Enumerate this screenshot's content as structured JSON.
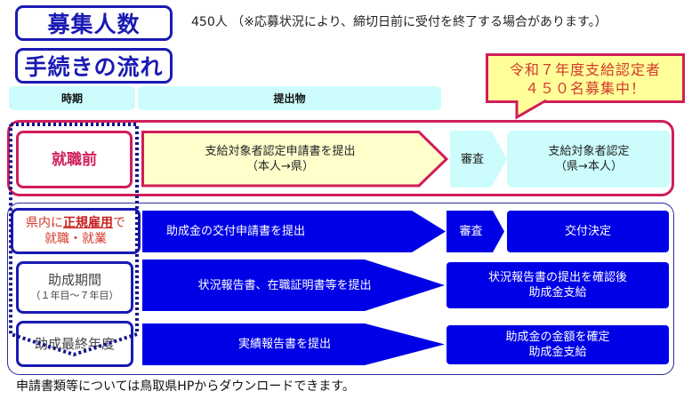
{
  "header": {
    "recruitment_title": "募集人数",
    "recruitment_notice": "450人 （※応募状況により、締切日前に受付を終了する場合があります。）",
    "flow_title": "手続きの流れ"
  },
  "callout": {
    "line1": "令和７年度支給認定者",
    "line2": "４５０名募集中！"
  },
  "columns": {
    "period": "時期",
    "submission": "提出物"
  },
  "rows": [
    {
      "period": "就職前",
      "submission_line1": "支給対象者認定申請書を提出",
      "submission_line2": "（本人→県）",
      "review": "審査",
      "result_line1": "支給対象者認定",
      "result_line2": "（県→本人）"
    },
    {
      "period_pre": "県内に",
      "period_emph": "正規雇用",
      "period_post": "で",
      "period_line2": "就職・就業",
      "submission_line1": "助成金の交付申請書を提出",
      "review": "審査",
      "result_line1": "交付決定"
    },
    {
      "period": "助成期間",
      "period_sub": "（１年目～７年目）",
      "submission_line1": "状況報告書、在職証明書等を提出",
      "result_line1": "状況報告書の提出を確認後",
      "result_line2": "助成金支給"
    },
    {
      "period": "助成最終年度",
      "submission_line1": "実績報告書を提出",
      "result_line1": "助成金の金額を確定",
      "result_line2": "助成金支給"
    }
  ],
  "footer": {
    "note": "申請書類等については鳥取県HPからダウンロードできます。"
  },
  "colors": {
    "navy": "#1a1ab4",
    "blue_fill": "#0000e6",
    "pink": "#d01e5a",
    "yellow_fill": "#ffffcc",
    "cyan_fill": "#ccfcfc",
    "callout_fill": "#ffff9a",
    "red_text": "#d23a2a"
  }
}
